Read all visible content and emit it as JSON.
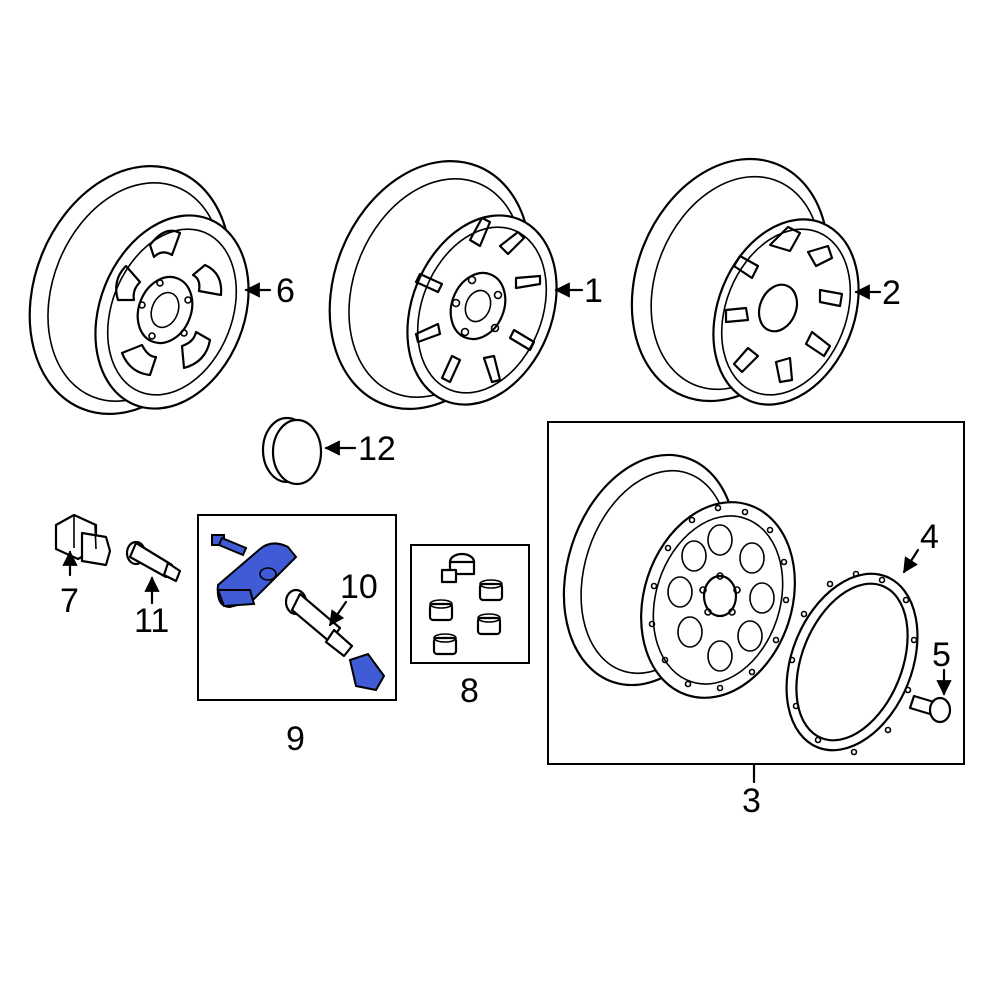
{
  "callouts": {
    "c1": "1",
    "c2": "2",
    "c3": "3",
    "c4": "4",
    "c5": "5",
    "c6": "6",
    "c7": "7",
    "c8": "8",
    "c9": "9",
    "c10": "10",
    "c11": "11",
    "c12": "12"
  },
  "colors": {
    "highlight": "#3f5bd6",
    "line": "#000000",
    "background": "#ffffff"
  }
}
